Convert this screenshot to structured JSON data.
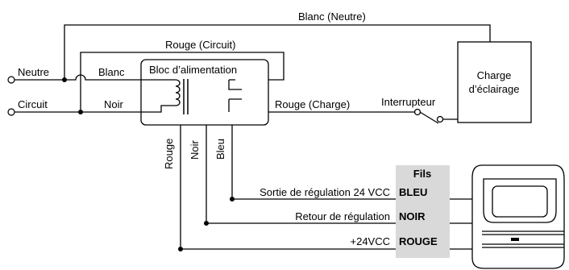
{
  "labels": {
    "blanc_neutre": "Blanc (Neutre)",
    "rouge_circuit": "Rouge (Circuit)",
    "neutre": "Neutre",
    "blanc": "Blanc",
    "circuit": "Circuit",
    "noir": "Noir",
    "bloc": "Bloc d’alimentation",
    "rouge_charge": "Rouge (Charge)",
    "interrupteur": "Interrupteur",
    "charge_line1": "Charge",
    "charge_line2": "d’éclairage",
    "rouge_vert": "Rouge",
    "noir_vert": "Noir",
    "bleu_vert": "Bleu",
    "sortie": "Sortie de régulation 24 VCC",
    "retour": "Retour de régulation",
    "plus24": "+24VCC"
  },
  "fils": {
    "header": "Fils",
    "bleu": "BLEU",
    "noir": "NOIR",
    "rouge": "ROUGE"
  },
  "colors": {
    "line": "#000000",
    "table_bg": "#d9d9d9",
    "sensor_fill": "#ffffff"
  }
}
